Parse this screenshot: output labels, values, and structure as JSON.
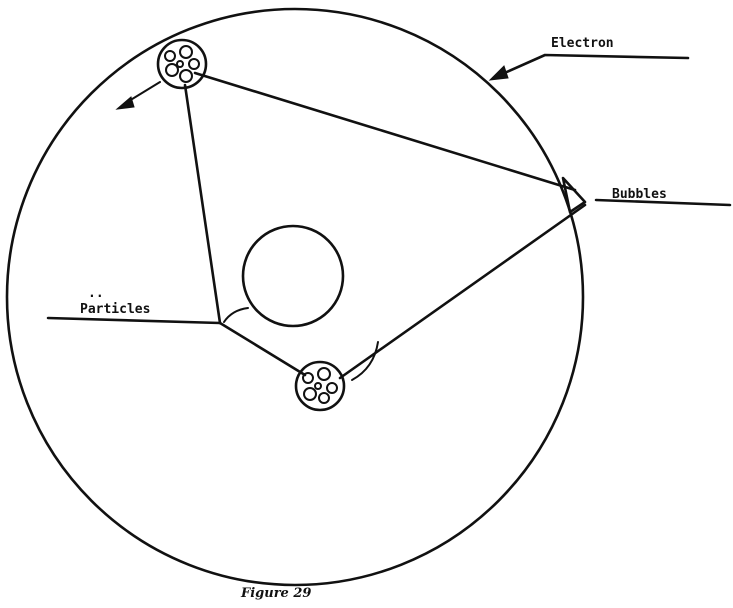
{
  "labels": {
    "electron": "Electron",
    "bubbles": "Bubbles",
    "particles_dots": "..",
    "particles": "Particles"
  },
  "caption": "Figure 29",
  "icons": {
    "bubble": "bubble-cluster-icon",
    "motion": "motion-arrow-icon"
  },
  "colors": {
    "ink": "#111111",
    "paper": "#ffffff"
  }
}
